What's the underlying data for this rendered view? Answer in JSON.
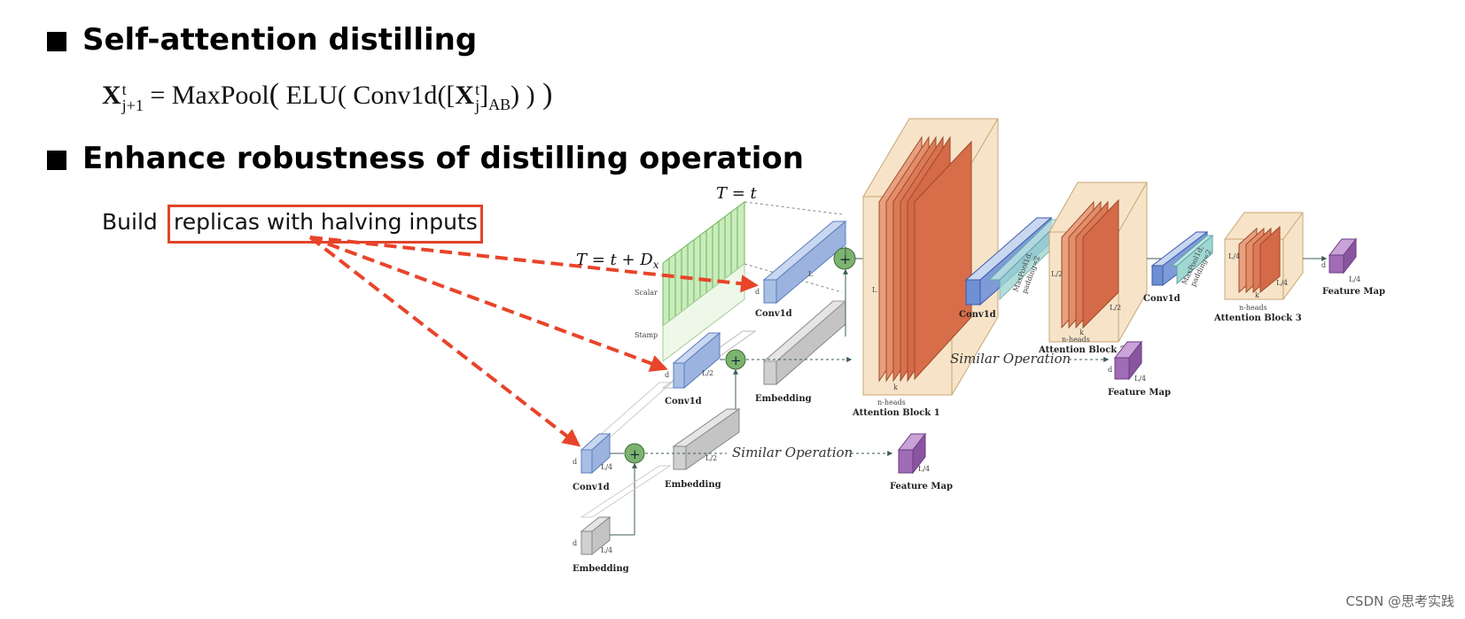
{
  "bullets": {
    "first": "Self-attention distilling",
    "second": "Enhance robustness of distilling operation"
  },
  "formula": {
    "lhs_var": "X",
    "lhs_sup": "t",
    "lhs_sub": "j+1",
    "eq": "=",
    "op1": "MaxPool",
    "op2": "ELU",
    "op3": "Conv1d",
    "rhs_var": "X",
    "rhs_sup": "t",
    "rhs_sub": "j",
    "rhs_tail_sub": "AB"
  },
  "body": {
    "prefix": "Build",
    "highlight": "replicas with halving inputs"
  },
  "diagram": {
    "t_label": "T = t",
    "t_dx_label": "T = t + D",
    "t_dx_sub": "x",
    "scalar": "Scalar",
    "stamp": "Stamp",
    "conv1d": "Conv1d",
    "embedding": "Embedding",
    "similar_operation": "Similar Operation",
    "feature_map": "Feature Map",
    "attention_block_1": "Attention Block 1",
    "attention_block_2": "Attention Block 2",
    "attention_block_3": "Attention Block 3",
    "n_heads": "n-heads",
    "maxpool": "MaxPool1d,",
    "padding": "padding=2",
    "dim_L": "L",
    "dim_L2": "L/2",
    "dim_L4": "L/4",
    "dim_d": "d",
    "dim_k": "k"
  },
  "colors": {
    "arrow": "#e8442a",
    "conv_blue": "#a9bfe3",
    "conv_edge": "#5b7cbf",
    "embed_gray": "#d0d0d0",
    "input_green": "#a6dd94",
    "attention_box": "#f7e4c8",
    "attention_orange": "#d9714e",
    "feature_purple": "#a06cb5",
    "plus_green": "#7bb36f"
  },
  "watermark": "CSDN @思考实践"
}
